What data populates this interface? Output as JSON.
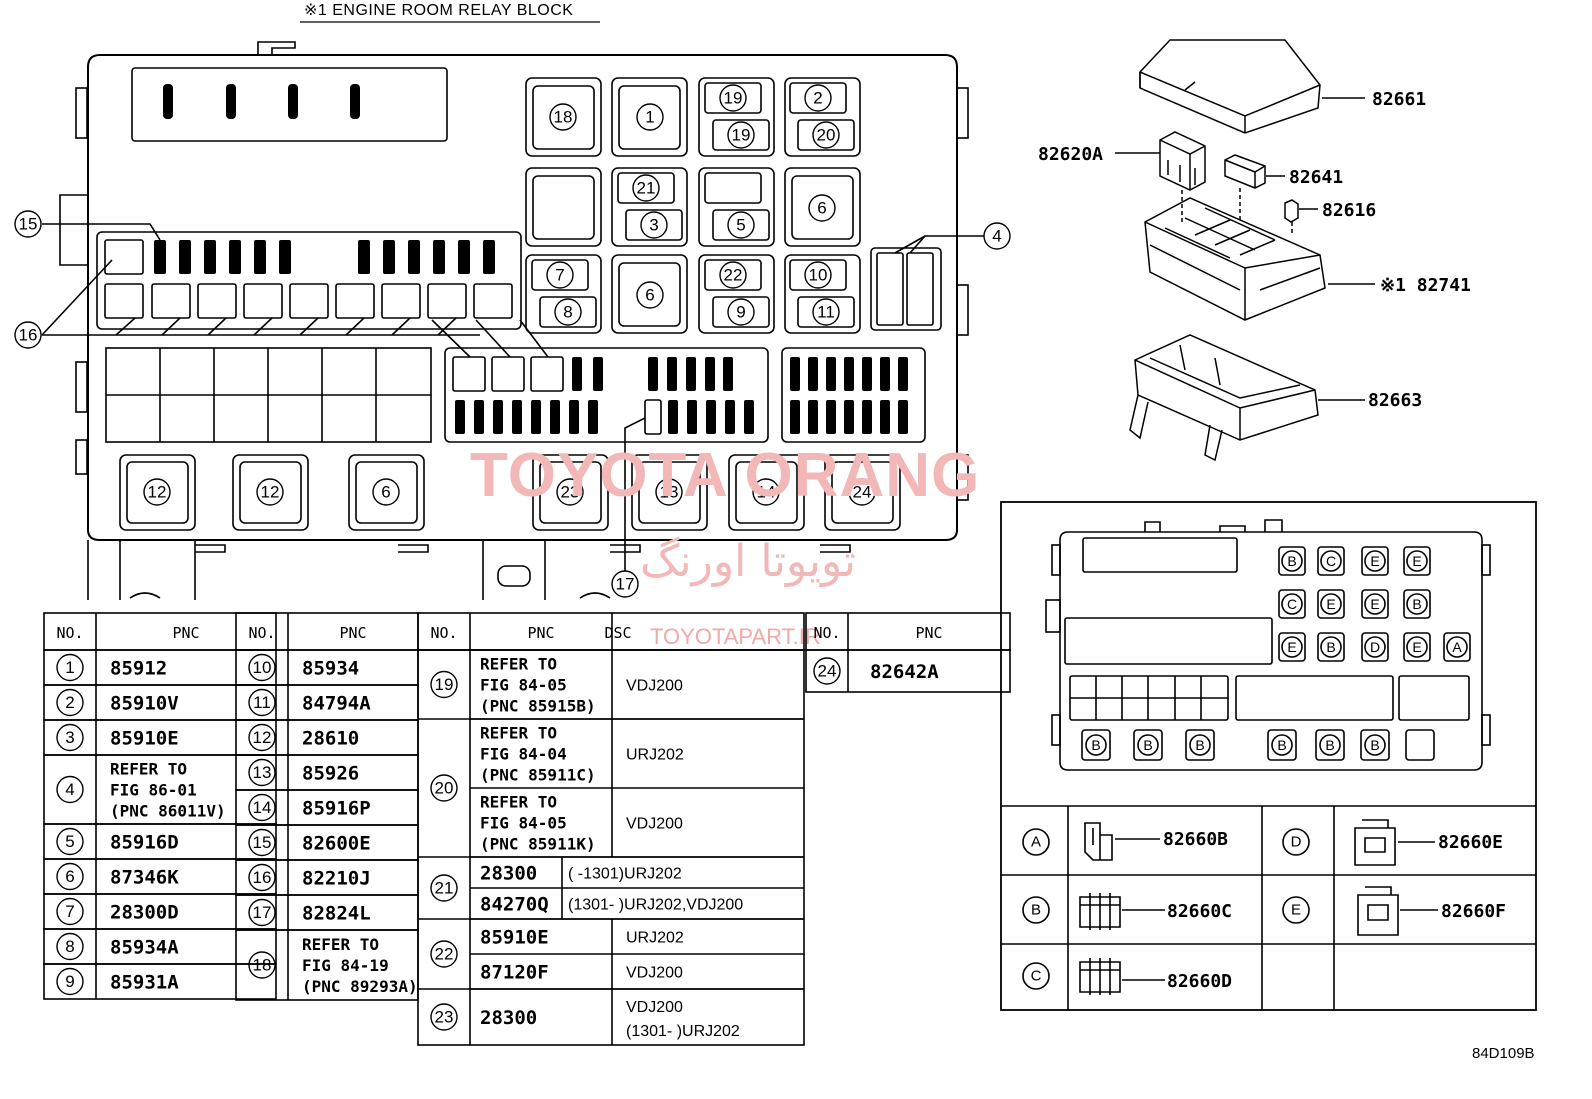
{
  "title": "※1  ENGINE ROOM RELAY BLOCK",
  "diagram_code": "84D109B",
  "watermark": {
    "line1": "TOYOTA ORANG",
    "line2": "تویوتا اورنگ",
    "line3": "TOYOTAPART.IR"
  },
  "callouts": {
    "c15": "15",
    "c16": "16",
    "c4": "4",
    "c17": "17",
    "p18": "18",
    "p1": "1",
    "p19a": "19",
    "p19b": "19",
    "p2": "2",
    "p20": "20",
    "p21": "21",
    "p3": "3",
    "p5": "5",
    "p6a": "6",
    "p7": "7",
    "p8": "8",
    "p6b": "6",
    "p22": "22",
    "p9": "9",
    "p10": "10",
    "p11": "11",
    "p12a": "12",
    "p12b": "12",
    "p6c": "6",
    "p23": "23",
    "p13": "13",
    "p14": "14",
    "p24": "24"
  },
  "exploded_parts": {
    "p82661": "82661",
    "p82620A": "82620A",
    "p82641": "82641",
    "p82616": "82616",
    "p82741": "※1  82741",
    "p82663": "82663"
  },
  "connectors": {
    "grid_letters": [
      "B",
      "C",
      "E",
      "E",
      "C",
      "E",
      "E",
      "B",
      "E",
      "B",
      "D",
      "E",
      "A"
    ],
    "bottom_letters": [
      "B",
      "B",
      "B",
      "B",
      "B",
      "B"
    ],
    "legend": [
      {
        "letter": "A",
        "pnc": "82660B"
      },
      {
        "letter": "B",
        "pnc": "82660C"
      },
      {
        "letter": "C",
        "pnc": "82660D"
      },
      {
        "letter": "D",
        "pnc": "82660E"
      },
      {
        "letter": "E",
        "pnc": "82660F"
      }
    ]
  },
  "table": {
    "col_no": "NO.",
    "col_pnc": "PNC",
    "col_dsc": "DSC",
    "t1": [
      {
        "no": "1",
        "pnc": "85912"
      },
      {
        "no": "2",
        "pnc": "85910V"
      },
      {
        "no": "3",
        "pnc": "85910E"
      },
      {
        "no": "4",
        "pnc": "REFER TO\nFIG 86-01\n(PNC 86011V)"
      },
      {
        "no": "5",
        "pnc": "85916D"
      },
      {
        "no": "6",
        "pnc": "87346K"
      },
      {
        "no": "7",
        "pnc": "28300D"
      },
      {
        "no": "8",
        "pnc": "85934A"
      },
      {
        "no": "9",
        "pnc": "85931A"
      }
    ],
    "t2": [
      {
        "no": "10",
        "pnc": "85934"
      },
      {
        "no": "11",
        "pnc": "84794A"
      },
      {
        "no": "12",
        "pnc": "28610"
      },
      {
        "no": "13",
        "pnc": "85926"
      },
      {
        "no": "14",
        "pnc": "85916P"
      },
      {
        "no": "15",
        "pnc": "82600E"
      },
      {
        "no": "16",
        "pnc": "82210J"
      },
      {
        "no": "17",
        "pnc": "82824L"
      },
      {
        "no": "18",
        "pnc": "REFER TO\nFIG 84-19\n(PNC 89293A)"
      }
    ],
    "t3": [
      {
        "no": "19",
        "pnc": "REFER TO\nFIG 84-05\n(PNC 85915B)",
        "dsc": "VDJ200"
      },
      {
        "no": "20",
        "pnc": "REFER TO\nFIG 84-04\n(PNC 85911C)",
        "dsc": "URJ202"
      },
      {
        "no": "",
        "pnc": "REFER TO\nFIG 84-05\n(PNC 85911K)",
        "dsc": "VDJ200"
      },
      {
        "no": "21",
        "pnc": "28300",
        "dsc": "(        -1301)URJ202"
      },
      {
        "no": "",
        "pnc": "84270Q",
        "dsc": "(1301-        )URJ202,VDJ200"
      },
      {
        "no": "22",
        "pnc": "85910E",
        "dsc": "URJ202"
      },
      {
        "no": "",
        "pnc": "87120F",
        "dsc": "VDJ200"
      },
      {
        "no": "23",
        "pnc": "28300",
        "dsc": "VDJ200\n(1301-        )URJ202"
      }
    ],
    "t4": [
      {
        "no": "24",
        "pnc": "82642A"
      }
    ]
  }
}
